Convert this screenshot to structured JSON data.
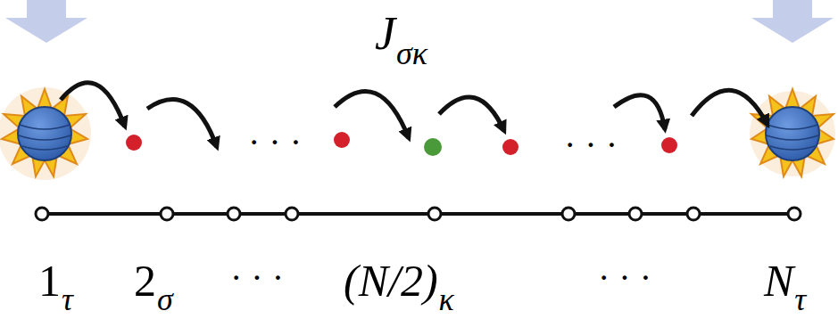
{
  "diagram": {
    "labels": [
      "J",
      "σκ",
      "· · ·",
      "· · ·",
      "1",
      "τ",
      "2",
      "σ",
      "· · ·",
      "(N/2)",
      "κ",
      "· · ·",
      "N",
      "τ"
    ]
  }
}
